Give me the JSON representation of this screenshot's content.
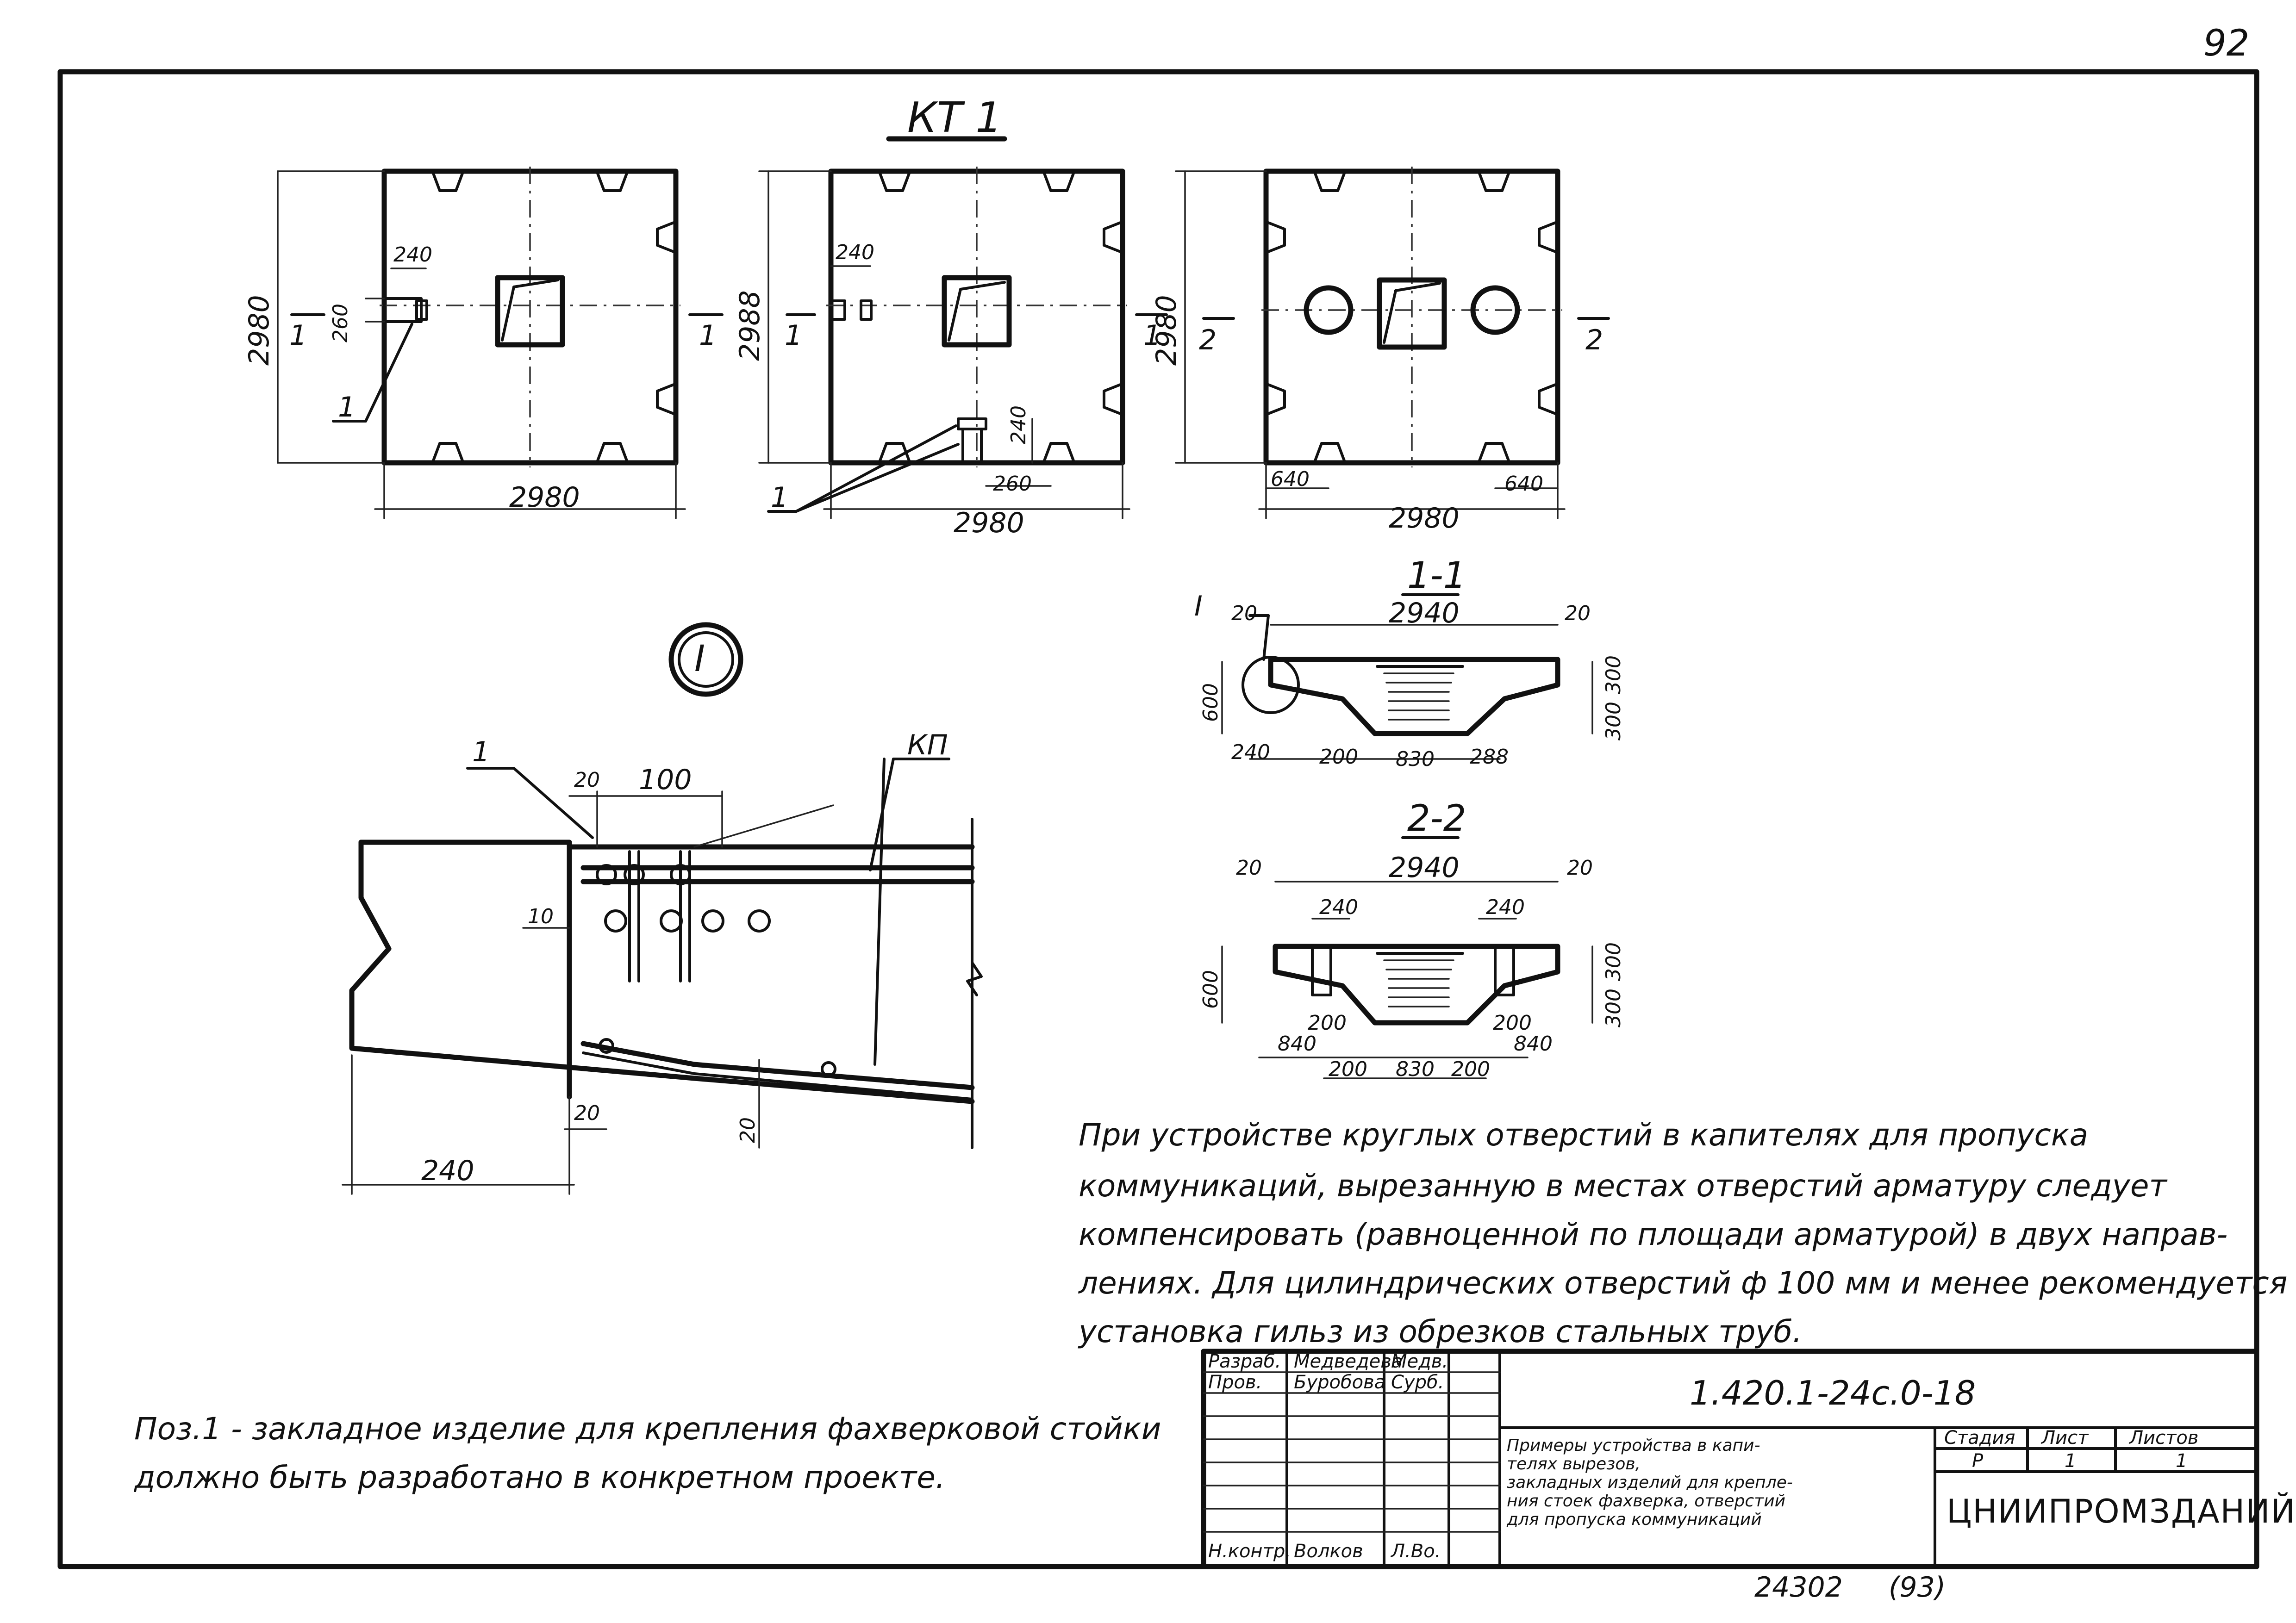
{
  "sheet_number": "92",
  "drawing_title": "КТ 1",
  "plan_views": {
    "view1": {
      "height_dim": "2980",
      "width_dim": "2980",
      "dim_240": "240",
      "dim_260": "260",
      "section_left": "1",
      "section_right": "1",
      "leader": "1"
    },
    "view2": {
      "height_dim": "2988",
      "width_dim": "2980",
      "dim_240": "240",
      "dim_240b": "240",
      "dim_260": "260",
      "section_left": "1",
      "section_right": "1",
      "leader": "1"
    },
    "view3": {
      "height_dim": "2980",
      "width_dim": "2980",
      "dim_640a": "640",
      "dim_640b": "640",
      "section_left": "2",
      "section_right": "2"
    }
  },
  "section_1_1": {
    "title": "1-1",
    "marker": "I",
    "dims": {
      "top_left": "20",
      "top": "2940",
      "top_right": "20",
      "height": "600",
      "right_upper": "300",
      "right_lower": "300",
      "bot_240": "240",
      "bot_200": "200",
      "bot_830": "830",
      "bot_288": "288"
    }
  },
  "section_2_2": {
    "title": "2-2",
    "dims": {
      "top_left": "20",
      "top": "2940",
      "top_right": "20",
      "in_left": "240",
      "in_right": "240",
      "height": "600",
      "right_upper": "300",
      "right_lower": "300",
      "b_200l": "200",
      "b_840l": "840",
      "b_200r": "200",
      "b_840r": "840",
      "b_200": "200",
      "b_830": "830",
      "b_200b": "200"
    }
  },
  "detail": {
    "marker": "I",
    "label_1": "1",
    "label_kp": "КП",
    "dim_20_top": "20",
    "dim_100": "100",
    "dim_10": "10",
    "dim_20_bottom": "20",
    "dim_20_right": "20",
    "dim_240": "240"
  },
  "note_main": [
    "При устройстве круглых отверстий в капителях для пропуска",
    "коммуникаций, вырезанную в местах отверстий арматуру следует",
    "компенсировать (равноценной по площади арматурой) в двух направ-",
    "лениях. Для цилиндрических отверстий ф 100 мм и менее рекомендуется",
    "установка гильз из обрезков стальных труб."
  ],
  "note_pos1": [
    "Поз.1 - закладное изделие для крепления фахверковой стойки",
    "должно быть разработано в конкретном проекте."
  ],
  "title_block": {
    "role_1": "Разраб.",
    "name_1": "Медведева",
    "sign_1": "Медв.",
    "role_2": "Пров.",
    "name_2": "Буробова",
    "sign_2": "Сурб.",
    "role_3": "Н.контр.",
    "name_3": "Волков",
    "sign_3": "Л.Во.",
    "code": "1.420.1-24с.0-18",
    "description": [
      "Примеры устройства в капи-",
      "телях вырезов,",
      "закладных изделий для крепле-",
      "ния стоек фахверка, отверстий",
      "для пропуска коммуникаций"
    ],
    "stage_label": "Стадия",
    "sheet_label": "Лист",
    "sheets_label": "Листов",
    "stage": "Р",
    "sheet": "1",
    "sheets": "1",
    "org": "ЦНИИПРОМЗДАНИЙ"
  },
  "footer_number": "24302",
  "footer_page": "(93)"
}
